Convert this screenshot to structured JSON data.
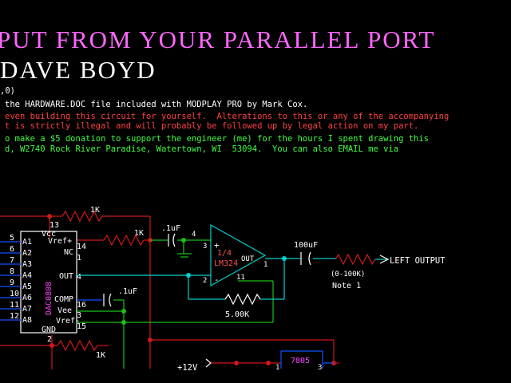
{
  "header": {
    "title1": "PUT FROM YOUR PARALLEL PORT",
    "title2": "DAVE BOYD",
    "version": ",0)",
    "line1": "the HARDWARE.DOC file included with MODPLAY PRO by Mark Cox.",
    "line2": "even building this circuit for yourself.  Alterations to this or any of the accompanying",
    "line3": "t is strictly illegal and will probably be followed up by legal action on my part.",
    "line4": "o make a $5 donation to support the engineer (me) for the hours I spent drawing this",
    "line5": "d, W2740 Rock River Paradise, Watertown, WI  53094.  You can also EMAIL me via"
  },
  "colors": {
    "title": "#ff66ff",
    "title2": "#ffffff",
    "white": "#ffffff",
    "red": "#ff4040",
    "green": "#40ff40",
    "wire_red": "#d01818",
    "wire_green": "#18c018",
    "wire_blue": "#1050ff",
    "wire_cyan": "#00d0d0",
    "chip_magenta": "#ff40ff",
    "opamp_red": "#ff5050"
  },
  "schematic": {
    "dac_label": "DAC0808",
    "pins_left": [
      {
        "num": "5",
        "label": "A1"
      },
      {
        "num": "6",
        "label": "A2"
      },
      {
        "num": "7",
        "label": "A3"
      },
      {
        "num": "8",
        "label": "A4"
      },
      {
        "num": "9",
        "label": "A5"
      },
      {
        "num": "10",
        "label": "A6"
      },
      {
        "num": "11",
        "label": "A7"
      },
      {
        "num": "12",
        "label": "A8"
      }
    ],
    "pin13": "13",
    "vcc": "Vcc",
    "vref_plus": "Vref+",
    "pin14": "14",
    "nc": "NC",
    "pin1": "1",
    "out_label": "OUT",
    "pin4": "4",
    "comp": "COMP",
    "pin16": "16",
    "vee": "Vee",
    "pin3": "3",
    "vref_minus": "Vref-",
    "pin15": "15",
    "gnd": "GND",
    "pin2": "2",
    "r_top": "1K",
    "r_vref": "1K",
    "r_bottom": "1K",
    "cap_in": ".1uF",
    "cap_comp": ".1uF",
    "opamp_frac": "1/4",
    "opamp_name": "LM324",
    "opamp_out": "OUT",
    "op_pin4": "4",
    "op_pin3": "3",
    "op_pin2": "2",
    "op_pin1": "1",
    "op_pin11": "11",
    "r_feedback": "5.00K",
    "cap_out": "100uF",
    "pot_range": "(0-100K)",
    "note": "Note 1",
    "left_output": "LEFT OUTPUT",
    "plus12v": "+12V",
    "reg_name": "7805",
    "reg_pin1": "1",
    "reg_pin3": "3"
  }
}
